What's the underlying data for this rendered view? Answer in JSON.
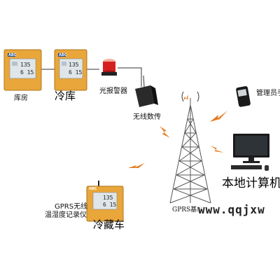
{
  "colors": {
    "device_body": "#e9a63a",
    "device_screen": "#dfe6ea",
    "signal": "#e57a1e",
    "line": "#333333",
    "tower": "#555555",
    "alarm_red": "#d62020"
  },
  "devices": [
    {
      "id": "warehouse",
      "label": "库房",
      "reading1": "135",
      "reading2": "6 15",
      "brand": "ABC"
    },
    {
      "id": "cold-storage",
      "label": "冷库",
      "reading1": "135",
      "reading2": "6 15",
      "brand": "ABC"
    },
    {
      "id": "reefer-truck",
      "label": "冷藏车",
      "reading1": "135",
      "reading2": "6 15",
      "brand": "ABC"
    }
  ],
  "labels": {
    "alarm": "光报警器",
    "wireless_transmitter": "无线数传",
    "admin": "管理员手",
    "local_computer": "本地计算机",
    "gprs_recorder_line1": "GPRS无线",
    "gprs_recorder_line2": "温湿度记录仪",
    "gprs_base": "GPRS基站"
  },
  "watermark": "www.qqjxw"
}
